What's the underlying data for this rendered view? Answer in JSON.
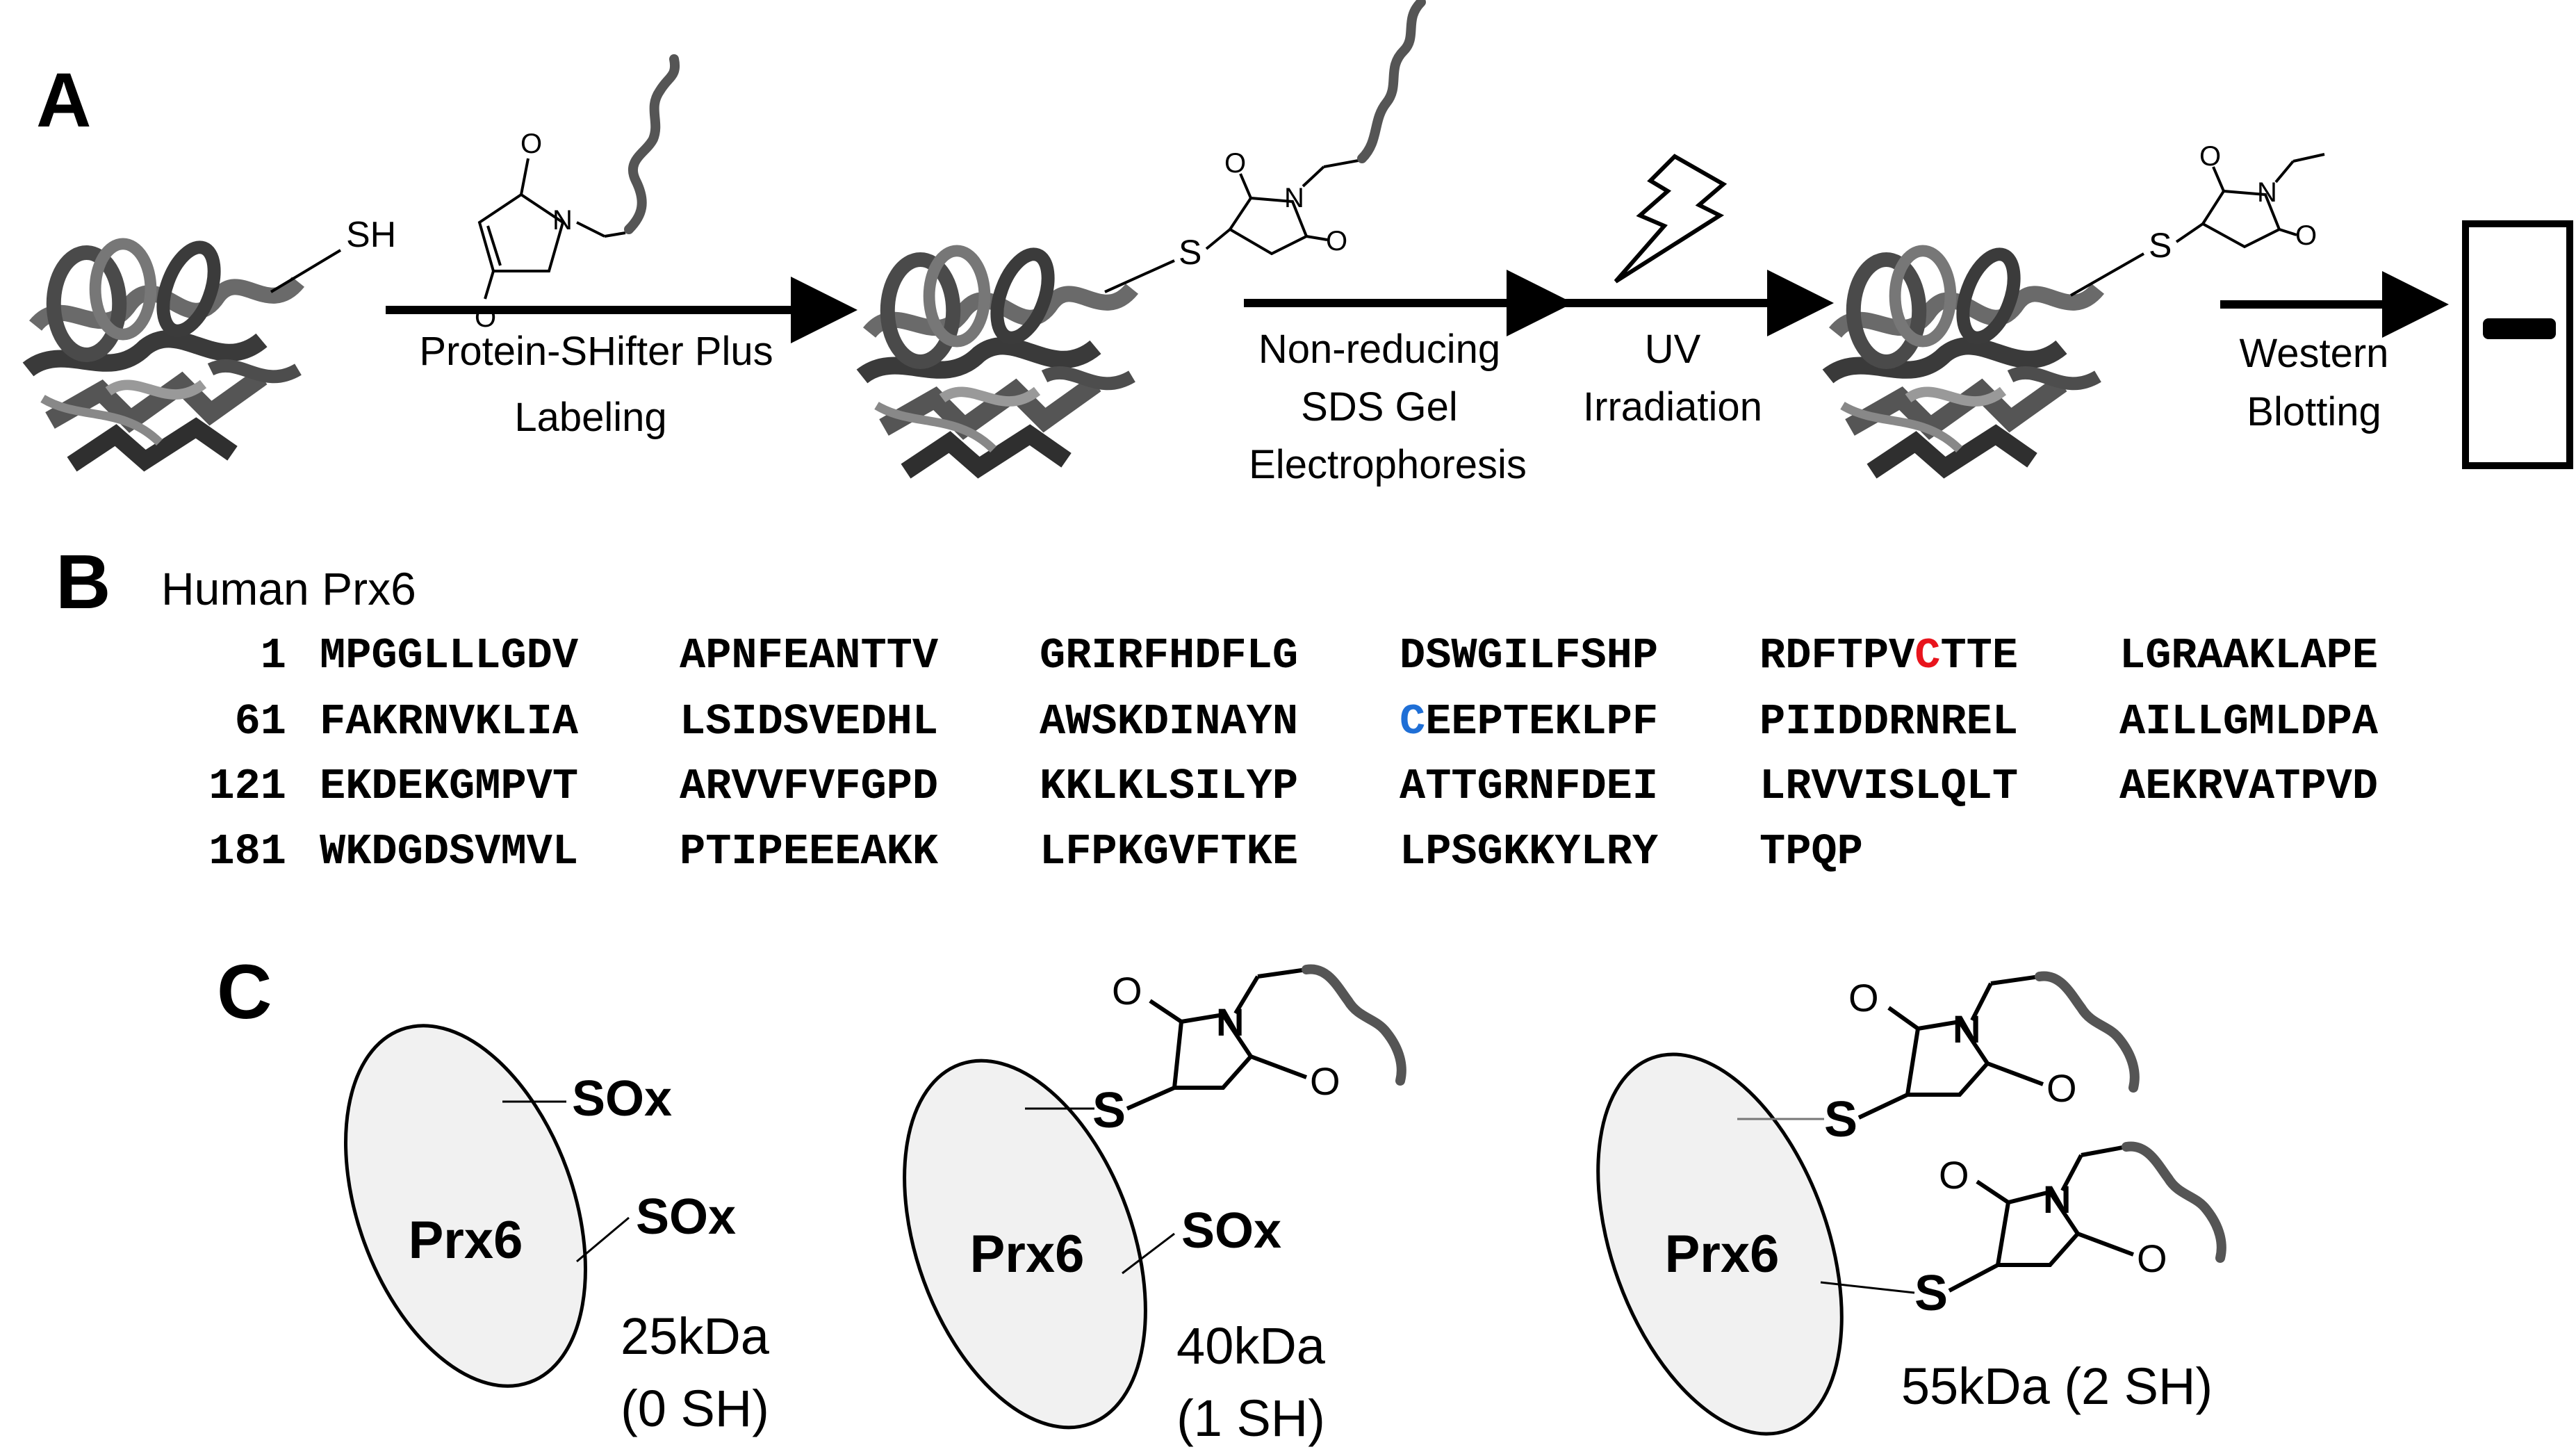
{
  "panel_a": {
    "letter": "A",
    "sh_label": "SH",
    "step1_line1": "Protein-SHifter Plus",
    "step1_line2": "Labeling",
    "step2_line1": "Non-reducing",
    "step2_line2": "SDS Gel",
    "step2_line3": "Electrophoresis",
    "step3_line1": "UV",
    "step3_line2": "Irradiation",
    "step4_line1": "Western",
    "step4_line2": "Blotting",
    "atom_o": "O",
    "atom_n": "N",
    "atom_s": "S"
  },
  "panel_b": {
    "letter": "B",
    "title": "Human Prx6",
    "rows": [
      {
        "num": "1",
        "blocks": [
          "MPGGLLLGDV",
          "APNFEANTTV",
          "GRIRFHDFLG",
          "DSWGILFSHP"
        ],
        "hl_pre": "RDFTPV",
        "hl_char": "C",
        "hl_post": "TTE",
        "last": "LGRAAKLAPE"
      },
      {
        "num": "61",
        "blocks": [
          "FAKRNVKLIA",
          "LSIDSVEDHL",
          "AWSKDINAYN"
        ],
        "hl_pre": "",
        "hl_char": "C",
        "hl_post": "EEPTEKLPF",
        "tail": [
          "PIIDDRNREL",
          "AILLGMLDPA"
        ]
      },
      {
        "num": "121",
        "blocks": [
          "EKDEKGMPVT",
          "ARVVFVFGPD",
          "KKLKLSILYP",
          "ATTGRNFDEI",
          "LRVVISLQLT",
          "AEKRVATPVD"
        ]
      },
      {
        "num": "181",
        "blocks": [
          "WKDGDSVMVL",
          "PTIPEEEAKK",
          "LFPKGVFTKE",
          "LPSGKKYLRY",
          "TPQP"
        ]
      }
    ],
    "cys_red": "#e8141c",
    "cys_blue": "#1f6fd6"
  },
  "panel_c": {
    "letter": "C",
    "protein": "Prx6",
    "sox": "SOx",
    "s_atom": "S",
    "o_atom": "O",
    "n_atom": "N",
    "species": [
      {
        "mass": "25kDa",
        "sh": "(0 SH)"
      },
      {
        "mass": "40kDa",
        "sh": "(1 SH)"
      },
      {
        "mass": "55kDa (2 SH)"
      }
    ],
    "ellipse_fill": "#f1f1f1"
  }
}
